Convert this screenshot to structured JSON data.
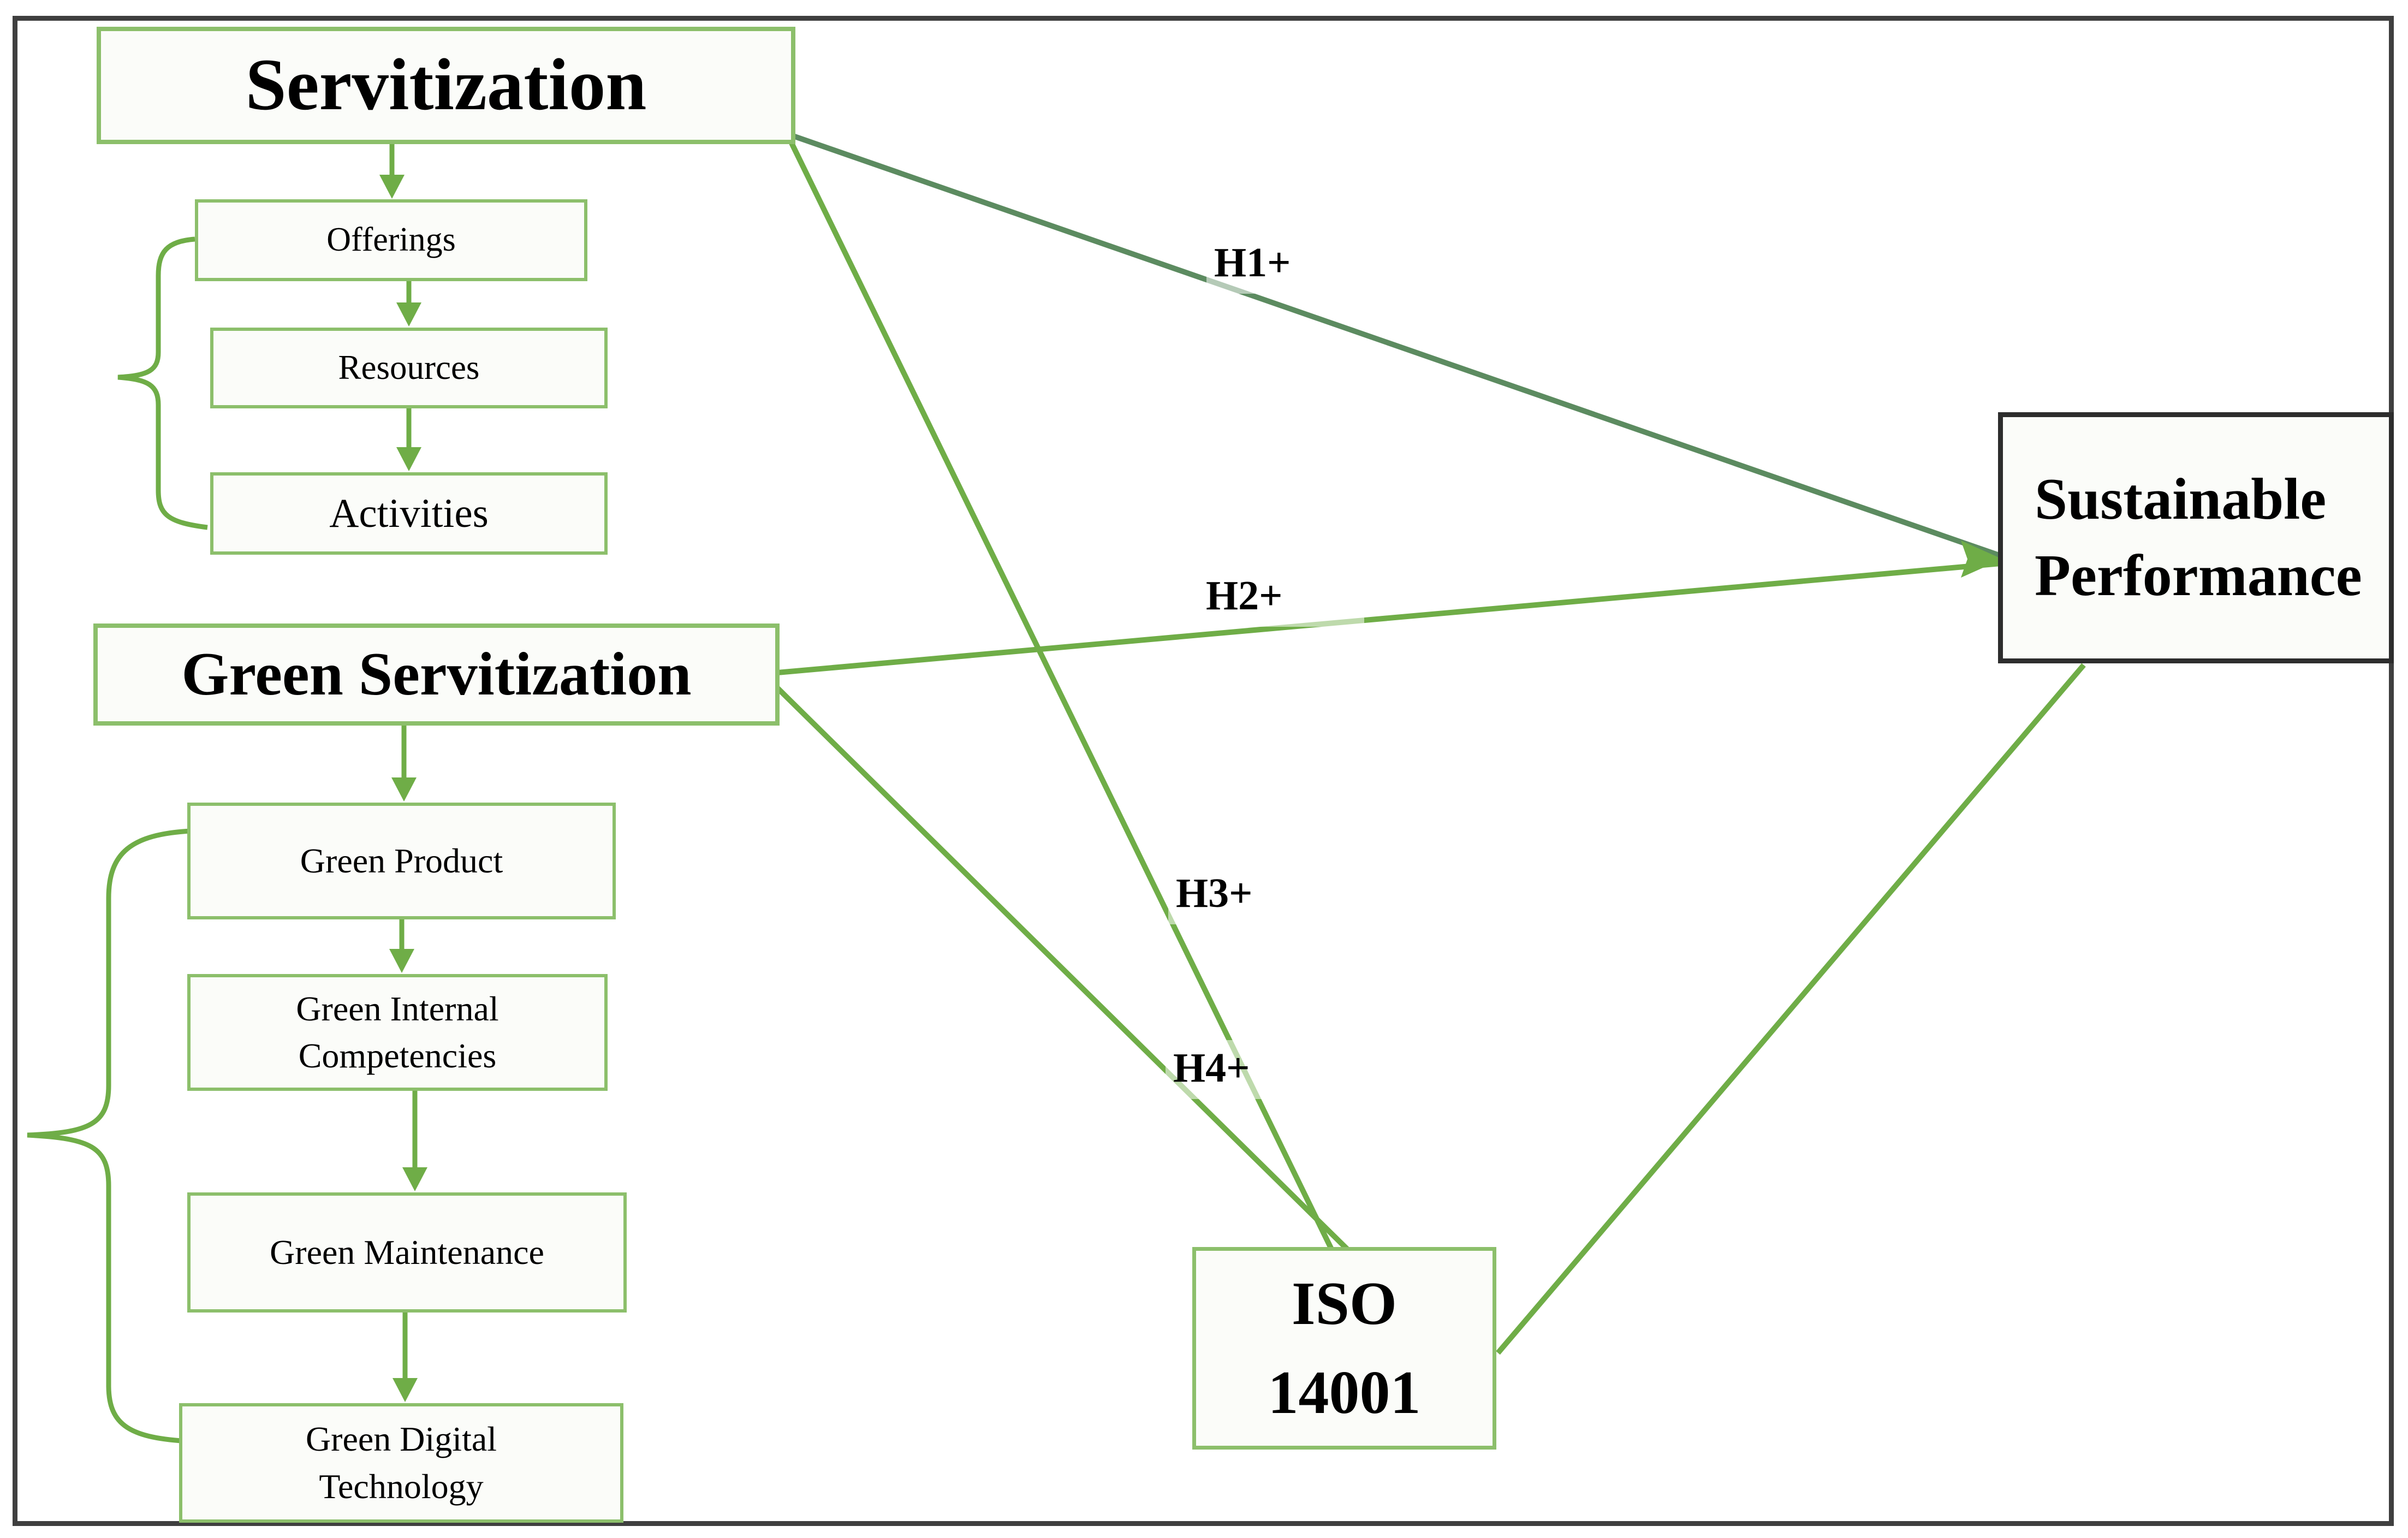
{
  "figure": {
    "type": "conceptual-framework-diagram",
    "colors": {
      "frame_border": "#3f3f3f",
      "green_box_border": "#8cbf6b",
      "connector_green": "#6fad47",
      "h1_line_dark_green": "#5c8b60",
      "dark_box_border": "#2d2d2d",
      "box_fill": "#fbfcf9",
      "text_color": "#000000"
    },
    "nodes": {
      "servitization": "Servitization",
      "offerings": "Offerings",
      "resources": "Resources",
      "activities": "Activities",
      "green_servitization": "Green Servitization",
      "green_product": "Green Product",
      "green_internal_competencies": "Green Internal Competencies",
      "green_maintenance": "Green Maintenance",
      "green_digital_technology": "Green Digital Technology",
      "sustainable_performance": "Sustainable Performance",
      "iso_14001": "ISO 14001"
    },
    "hypothesis_labels": {
      "h1": "H1+",
      "h2": "H2+",
      "h3": "H3+",
      "h4": "H4+"
    },
    "edges": [
      {
        "label": "H1+",
        "from": "Servitization",
        "to": "Sustainable Performance"
      },
      {
        "label": "H2+",
        "from": "Green Servitization",
        "to": "Sustainable Performance"
      },
      {
        "label": "H3+",
        "from": "Servitization",
        "to": "ISO 14001"
      },
      {
        "label": "H4+",
        "from": "Green Servitization",
        "to": "ISO 14001"
      },
      {
        "label": "",
        "from": "ISO 14001",
        "to": "Sustainable Performance"
      },
      {
        "label": "",
        "from": "Servitization",
        "to": "Offerings"
      },
      {
        "label": "",
        "from": "Offerings",
        "to": "Resources"
      },
      {
        "label": "",
        "from": "Resources",
        "to": "Activities"
      },
      {
        "label": "",
        "from": "Green Servitization",
        "to": "Green Product"
      },
      {
        "label": "",
        "from": "Green Product",
        "to": "Green Internal Competencies"
      },
      {
        "label": "",
        "from": "Green Internal Competencies",
        "to": "Green Maintenance"
      },
      {
        "label": "",
        "from": "Green Maintenance",
        "to": "Green Digital Technology"
      }
    ]
  }
}
